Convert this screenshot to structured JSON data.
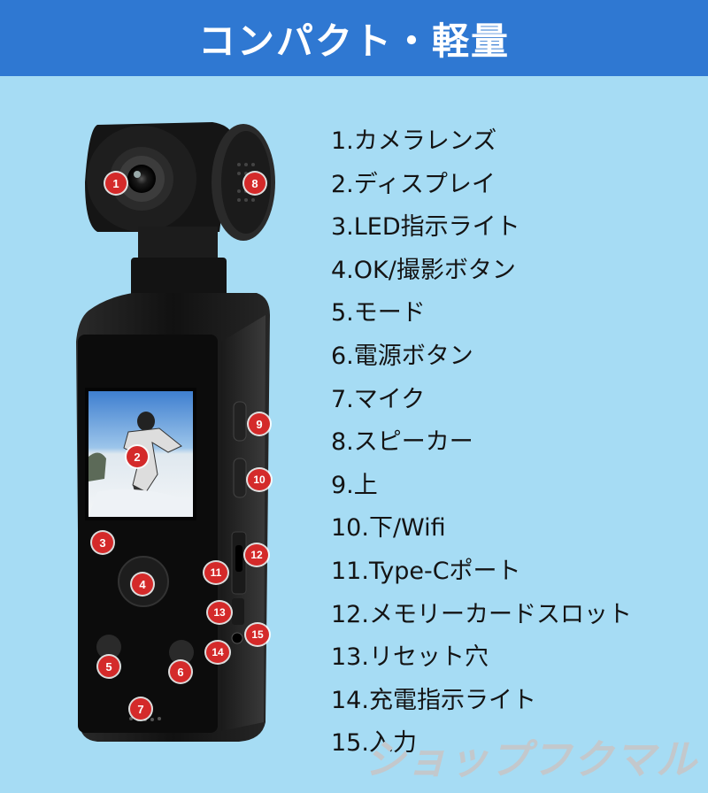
{
  "header": {
    "title": "コンパクト・軽量",
    "background_color": "#2f78d2"
  },
  "page": {
    "background_color": "#a6dcf4"
  },
  "product": {
    "image": "action-camera-icon",
    "markers": [
      "1",
      "2",
      "3",
      "4",
      "5",
      "6",
      "7",
      "8",
      "9",
      "10",
      "11",
      "12",
      "13",
      "14",
      "15"
    ]
  },
  "features": [
    "1.カメラレンズ",
    "2.ディスプレイ",
    "3.LED指示ライト",
    "4.OK/撮影ボタン",
    "5.モード",
    "6.電源ボタン",
    "7.マイク",
    "8.スピーカー",
    "9.上",
    "10.下/Wifi",
    "11.Type-Cポート",
    "12.メモリーカードスロット",
    "13.リセット穴",
    "14.充電指示ライト",
    "15.入力"
  ],
  "watermark": "ショップフクマル",
  "marker_color": "#d42a2a"
}
